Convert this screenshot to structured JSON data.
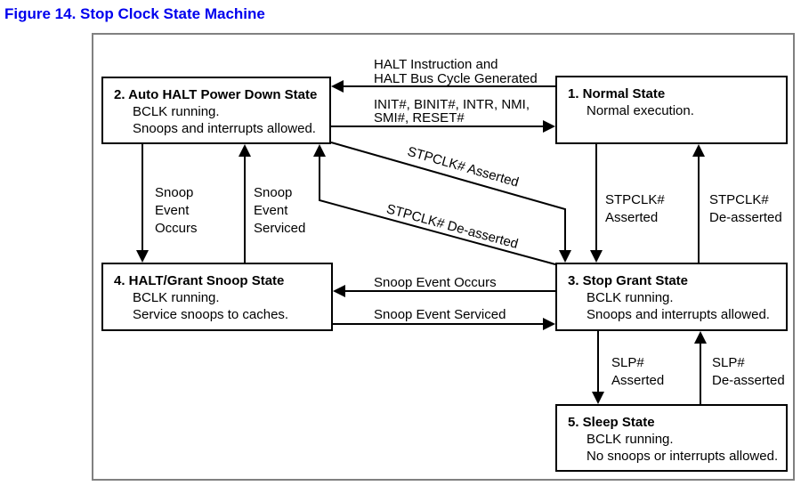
{
  "title": "Figure 14. Stop Clock State Machine",
  "colors": {
    "title_blue": "#0000EE",
    "line_black": "#000000",
    "frame_gray": "#808080",
    "box_fill": "#FFFFFF"
  },
  "states": [
    {
      "name": "1. Normal State",
      "lines": [
        "Normal execution."
      ]
    },
    {
      "name": "2. Auto HALT Power Down State",
      "lines": [
        "BCLK running.",
        "Snoops and interrupts allowed."
      ]
    },
    {
      "name": "3. Stop Grant State",
      "lines": [
        "BCLK running.",
        "Snoops and interrupts allowed."
      ]
    },
    {
      "name": "4. HALT/Grant Snoop State",
      "lines": [
        "BCLK running.",
        "Service snoops to caches."
      ]
    },
    {
      "name": "5. Sleep State",
      "lines": [
        "BCLK running.",
        "No snoops or interrupts allowed."
      ]
    }
  ],
  "transitions": {
    "normal_to_autohalt": {
      "lines": [
        "HALT Instruction and",
        "HALT Bus Cycle Generated"
      ]
    },
    "autohalt_to_normal": {
      "lines": [
        "INIT#, BINIT#, INTR, NMI,",
        "SMI#, RESET#"
      ]
    },
    "autohalt_to_stopgrant": {
      "label": "STPCLK# Asserted"
    },
    "stopgrant_to_autohalt": {
      "label": "STPCLK# De-asserted"
    },
    "autohalt_to_snoop": {
      "lines": [
        "Snoop",
        "Event",
        "Occurs"
      ]
    },
    "snoop_to_autohalt": {
      "lines": [
        "Snoop",
        "Event",
        "Serviced"
      ]
    },
    "normal_to_stopgrant": {
      "lines": [
        "STPCLK#",
        "Asserted"
      ]
    },
    "stopgrant_to_normal": {
      "lines": [
        "STPCLK#",
        "De-asserted"
      ]
    },
    "stopgrant_to_snoop": {
      "label": "Snoop Event Occurs"
    },
    "snoop_to_stopgrant": {
      "label": "Snoop Event Serviced"
    },
    "stopgrant_to_sleep": {
      "lines": [
        "SLP#",
        "Asserted"
      ]
    },
    "sleep_to_stopgrant": {
      "lines": [
        "SLP#",
        "De-asserted"
      ]
    }
  }
}
